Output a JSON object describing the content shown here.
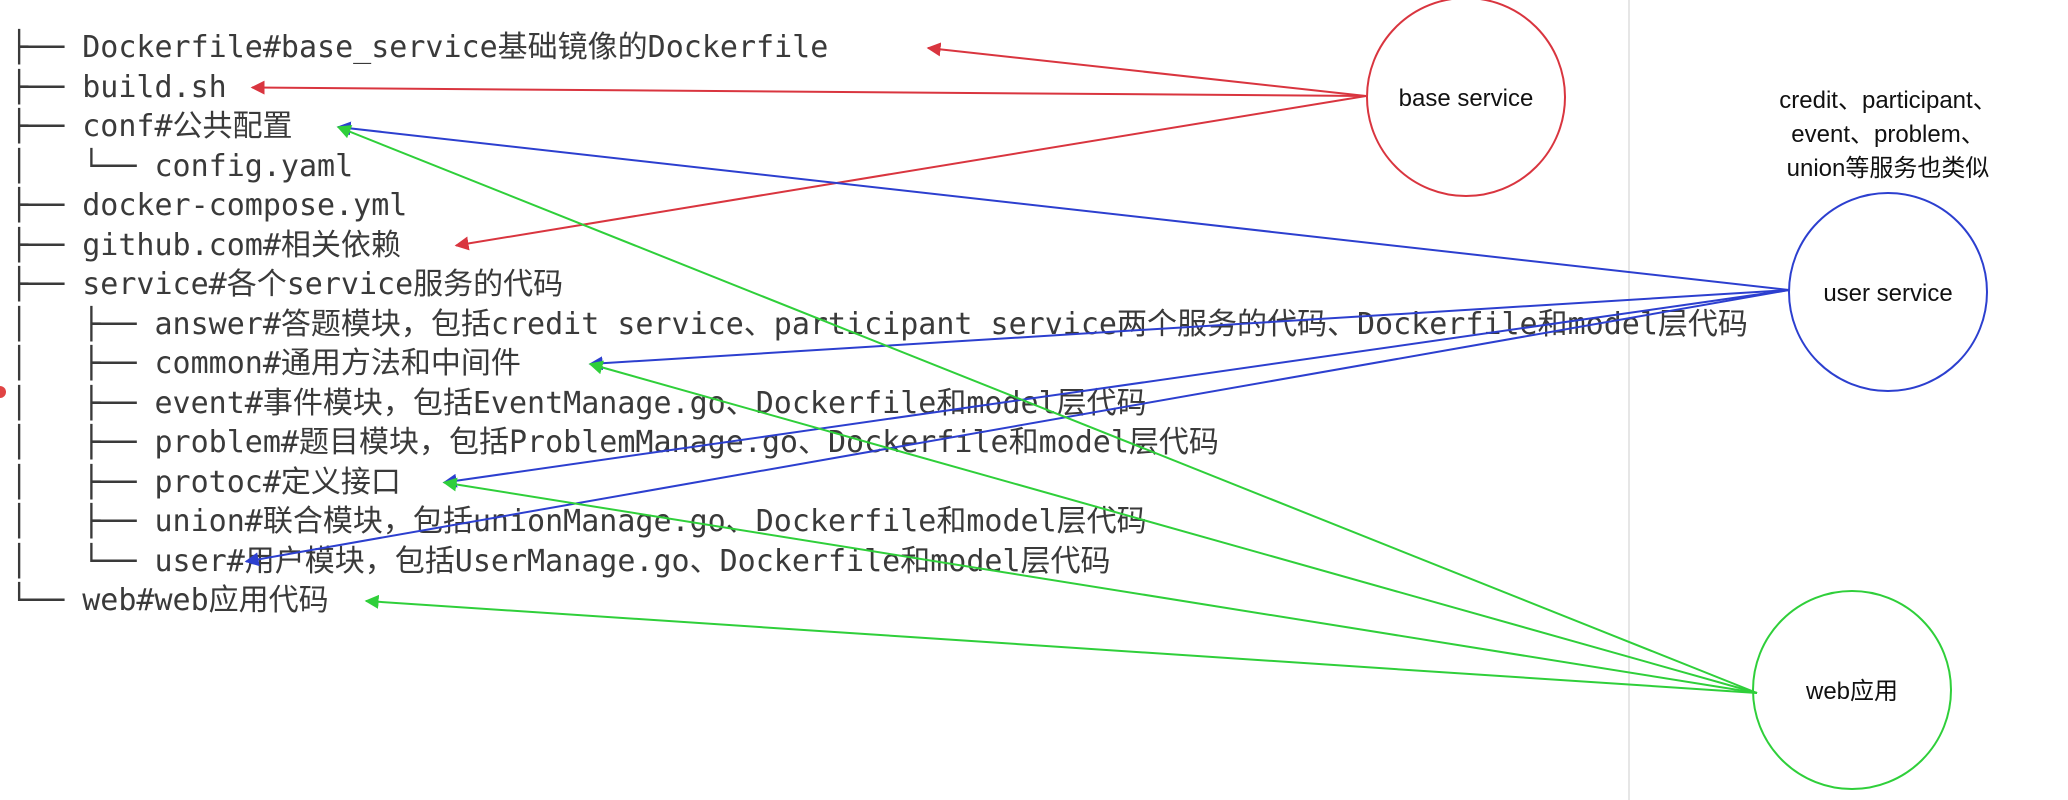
{
  "tree": [
    {
      "id": "dockerfile",
      "text": "├── Dockerfile#base_service基础镜像的Dockerfile"
    },
    {
      "id": "build",
      "text": "├── build.sh"
    },
    {
      "id": "conf",
      "text": "├── conf#公共配置"
    },
    {
      "id": "config",
      "text": "│   └── config.yaml"
    },
    {
      "id": "compose",
      "text": "├── docker-compose.yml"
    },
    {
      "id": "github",
      "text": "├── github.com#相关依赖"
    },
    {
      "id": "service",
      "text": "├── service#各个service服务的代码"
    },
    {
      "id": "answer",
      "text": "│   ├── answer#答题模块，包括credit service、participant service两个服务的代码、Dockerfile和model层代码"
    },
    {
      "id": "common",
      "text": "│   ├── common#通用方法和中间件"
    },
    {
      "id": "event",
      "text": "│   ├── event#事件模块，包括EventManage.go、Dockerfile和model层代码"
    },
    {
      "id": "problem",
      "text": "│   ├── problem#题目模块，包括ProblemManage.go、Dockerfile和model层代码"
    },
    {
      "id": "protoc",
      "text": "│   ├── protoc#定义接口"
    },
    {
      "id": "union",
      "text": "│   ├── union#联合模块，包括unionManage.go、Dockerfile和model层代码"
    },
    {
      "id": "user",
      "text": "│   └── user#用户模块，包括UserManage.go、Dockerfile和model层代码"
    },
    {
      "id": "web",
      "text": "└── web#web应用代码"
    }
  ],
  "nodes": {
    "base": {
      "label": "base service",
      "color": "#d9353f"
    },
    "user": {
      "label": "user service",
      "color": "#2c3fcf"
    },
    "web": {
      "label": "web应用",
      "color": "#2fcf3a"
    }
  },
  "note": {
    "lines": [
      "credit、participant、",
      "event、problem、",
      "union等服务也类似"
    ]
  },
  "edges": [
    {
      "from": "base",
      "to": "dockerfile"
    },
    {
      "from": "base",
      "to": "build"
    },
    {
      "from": "base",
      "to": "github"
    },
    {
      "from": "user",
      "to": "conf"
    },
    {
      "from": "user",
      "to": "common"
    },
    {
      "from": "user",
      "to": "protoc"
    },
    {
      "from": "user",
      "to": "user"
    },
    {
      "from": "web",
      "to": "conf"
    },
    {
      "from": "web",
      "to": "common"
    },
    {
      "from": "web",
      "to": "protoc"
    },
    {
      "from": "web",
      "to": "web"
    }
  ]
}
